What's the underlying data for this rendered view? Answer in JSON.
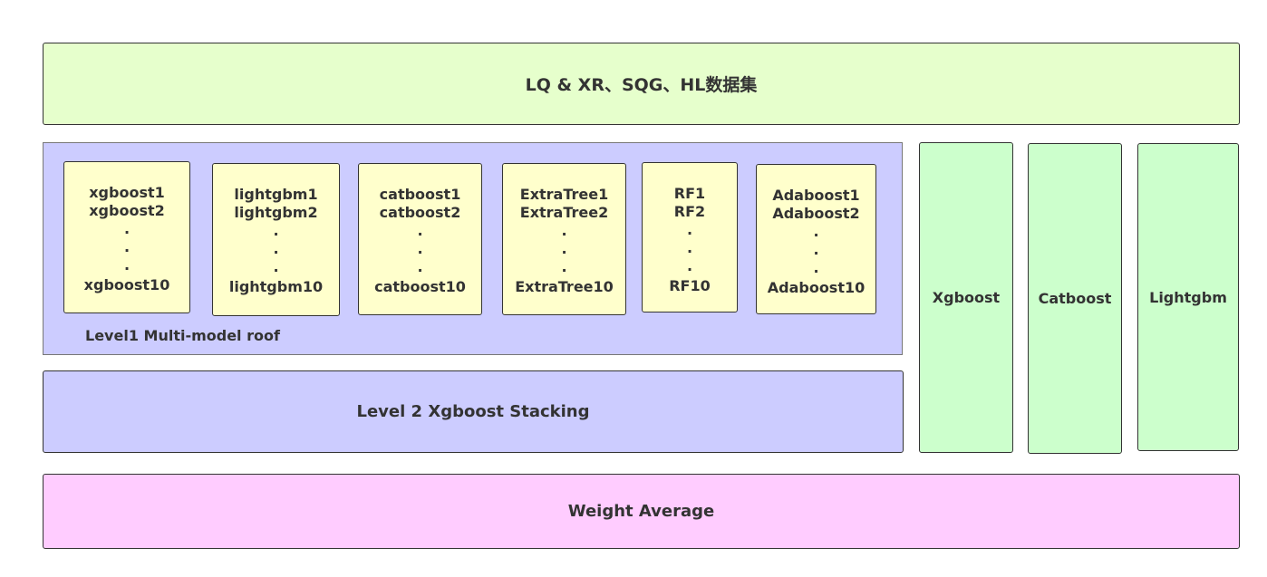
{
  "dataset": {
    "label": "LQ & XR、SQG、HL数据集"
  },
  "level1": {
    "caption": "Level1 Multi-model roof",
    "models": [
      {
        "first": "xgboost1",
        "second": "xgboost2",
        "dots": [
          ".",
          ".",
          "."
        ],
        "last": "xgboost10"
      },
      {
        "first": "lightgbm1",
        "second": "lightgbm2",
        "dots": [
          ".",
          ".",
          "."
        ],
        "last": "lightgbm10"
      },
      {
        "first": "catboost1",
        "second": "catboost2",
        "dots": [
          ".",
          ".",
          "."
        ],
        "last": "catboost10"
      },
      {
        "first": "ExtraTree1",
        "second": "ExtraTree2",
        "dots": [
          ".",
          ".",
          "."
        ],
        "last": "ExtraTree10"
      },
      {
        "first": "RF1",
        "second": "RF2",
        "dots": [
          ".",
          ".",
          "."
        ],
        "last": "RF10"
      },
      {
        "first": "Adaboost1",
        "second": "Adaboost2",
        "dots": [
          ".",
          ".",
          "."
        ],
        "last": "Adaboost10"
      }
    ]
  },
  "level2": {
    "label": "Level 2 Xgboost Stacking"
  },
  "side_models": [
    "Xgboost",
    "Catboost",
    "Lightgbm"
  ],
  "weight": {
    "label": "Weight Average"
  },
  "colors": {
    "dataset_fill": "#e6ffcc",
    "level_fill": "#ccccff",
    "model_fill": "#ffffcc",
    "side_fill": "#ccffcc",
    "weight_fill": "#ffccff",
    "border": "#333333"
  }
}
